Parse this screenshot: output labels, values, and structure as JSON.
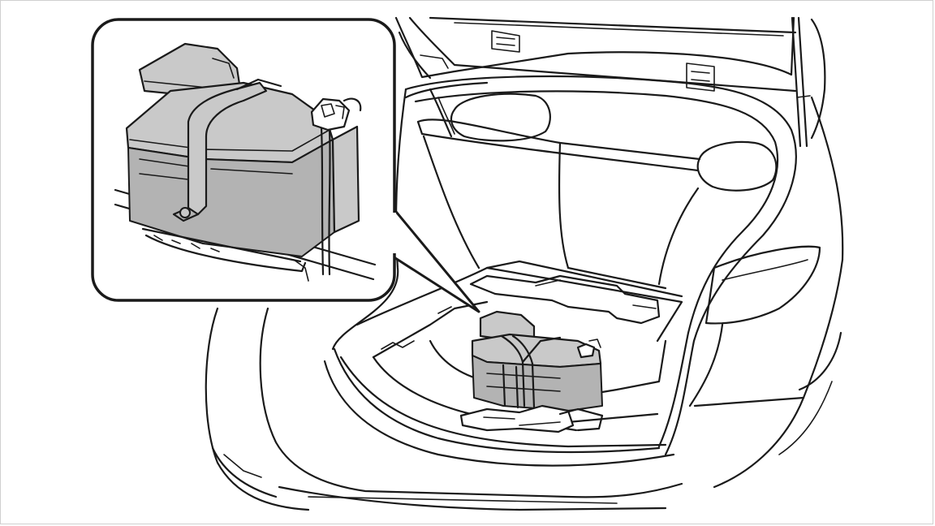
{
  "figure": {
    "subject": "battery-location-in-luggage-compartment",
    "colors": {
      "line": "#1a1a1a",
      "battery_fill": "#c9c9c9",
      "battery_shadow": "#b3b3b3",
      "background": "#ffffff",
      "frame_border": "#d0d0d0"
    },
    "parts": [
      "car-rear",
      "open-trunk-lid",
      "rear-seat-backs",
      "trunk-floor",
      "battery",
      "battery-hold-down-strap",
      "detail-callout"
    ]
  }
}
